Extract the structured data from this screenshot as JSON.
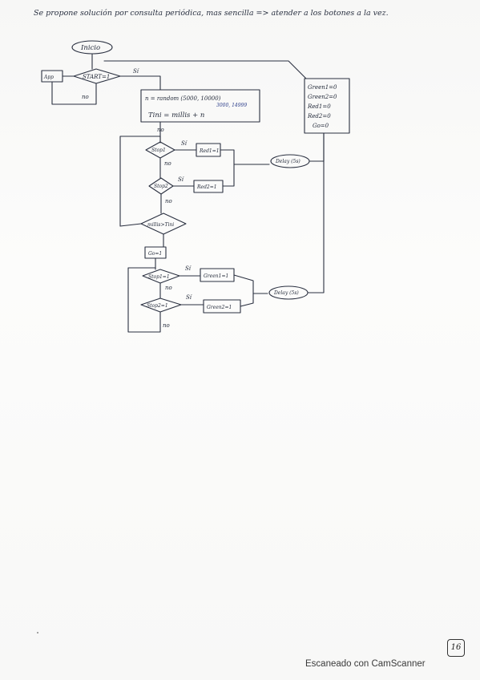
{
  "intro_note": "Se propone solución por consulta periódica, mas sencilla => atender a los botones a la vez.",
  "flowchart": {
    "start": "Inicio",
    "start_cond": "START=1",
    "yes": "Sí",
    "no": "no",
    "side_box": "App",
    "random_line1": "n = random (5000, 10000)",
    "random_line2": "3000, 14999",
    "tini_line": "Tini = millis + n",
    "stop1_cond": "Stop1",
    "stop2_cond": "Stop2",
    "red1_set": "Red1=1",
    "red2_set": "Red2=1",
    "millis_cond": "millis>Tini",
    "go_set": "Go=1",
    "stop1_cond_b": "Stop1=1",
    "stop2_cond_b": "Stop2=1",
    "green1_set": "Green1=1",
    "green2_set": "Green2=1",
    "delay_label": "Delay (5s)",
    "reset_box": [
      "Green1=0",
      "Green2=0",
      "Red1=0",
      "Red2=0",
      "Go=0"
    ]
  },
  "page_number": "16",
  "scanner_text": "Escaneado con CamScanner"
}
